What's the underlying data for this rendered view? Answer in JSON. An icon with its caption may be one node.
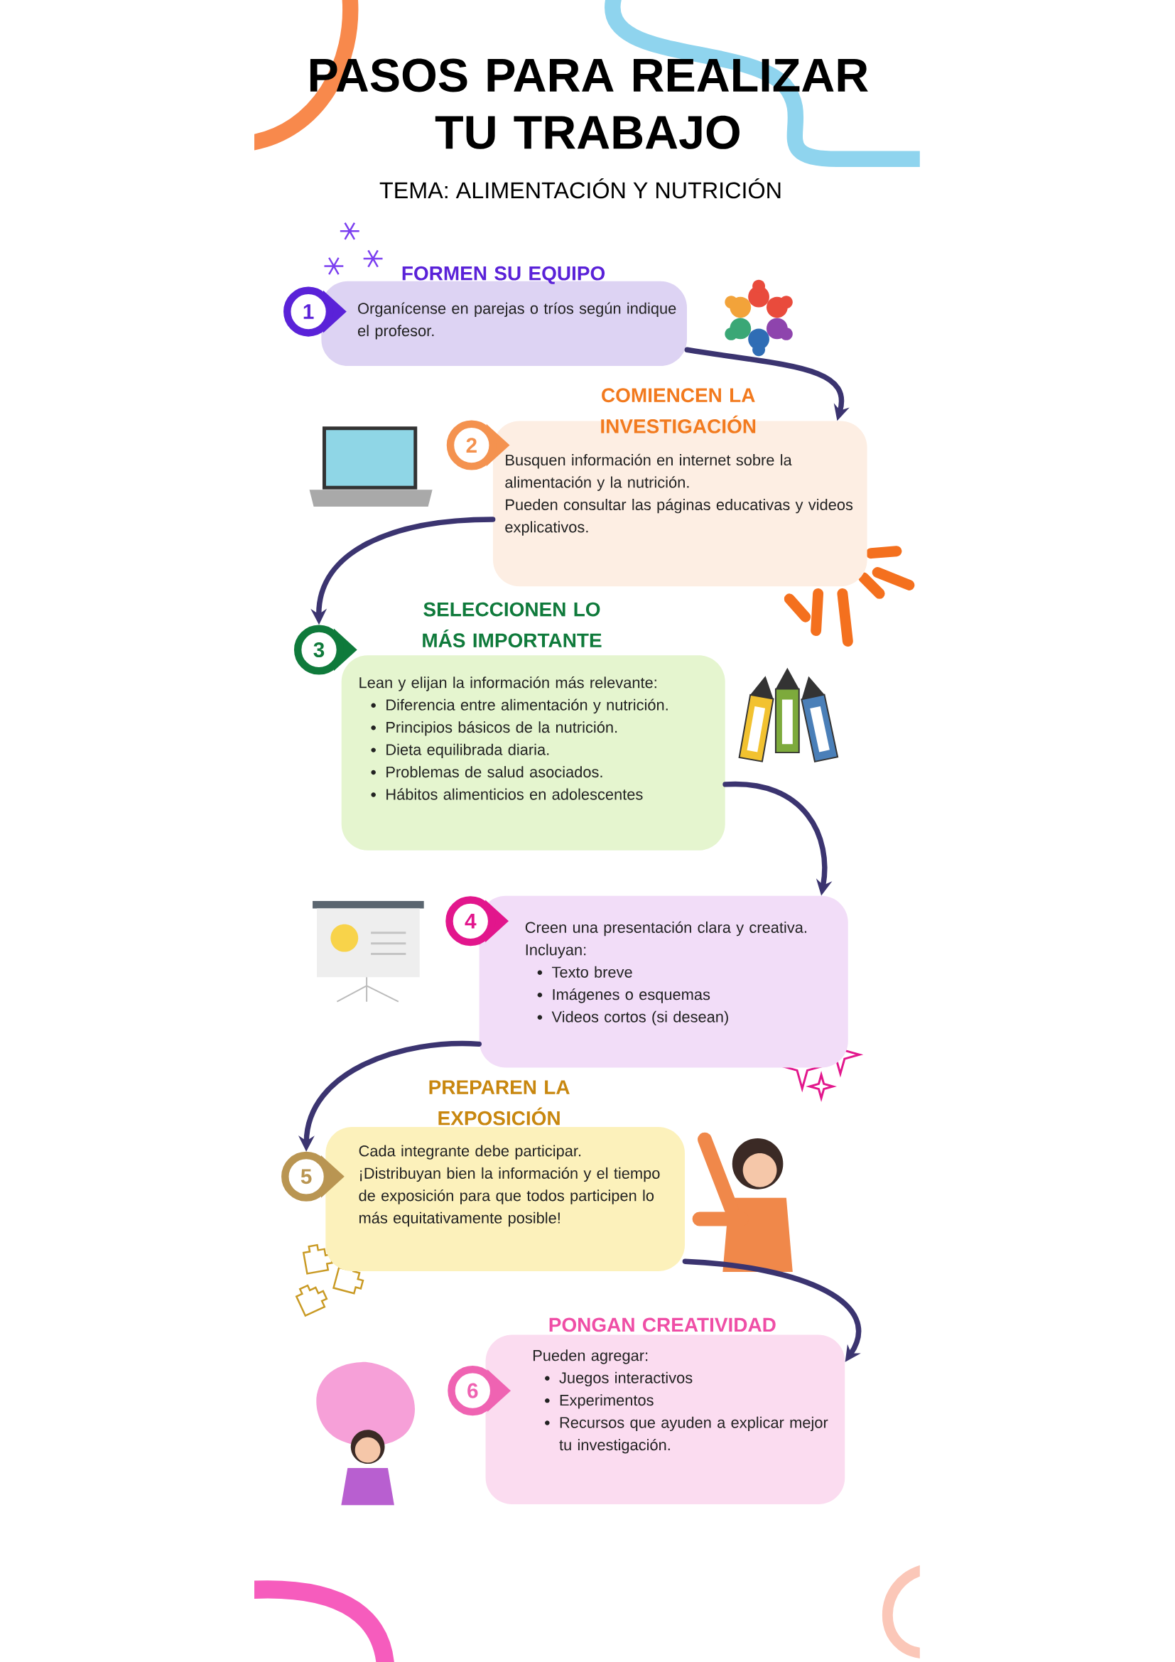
{
  "diagram": {
    "title": "PASOS PARA REALIZAR TU TRABAJO",
    "nodes": [
      {
        "text": [
          "1"
        ]
      },
      {
        "text": [
          "FORMEN SU EQUIPO",
          "Organícense en parejas o tríos según indique el profesor."
        ]
      },
      {
        "text": [
          "2"
        ]
      },
      {
        "text": [
          "COMIENCEN LA INVESTIGACIÓN",
          "Busquen información en internet sobre la alimentación y la nutrición.",
          "Pueden consultar las páginas educativas y videos explicativos."
        ]
      },
      {
        "text": [
          "3"
        ]
      },
      {
        "text": [
          "SELECCIONEN LO MÁS IMPORTANTE",
          "Lean y elijan la información más relevante:",
          "Diferencia entre alimentación y nutrición.",
          "Principios básicos de la nutrición.",
          "Dieta equilibrada diaria.",
          "Problemas de salud asociados.",
          "Hábitos alimenticios en adolescentes"
        ]
      },
      {
        "text": [
          "4"
        ]
      },
      {
        "text": [
          "Creen una presentación clara y creativa.",
          "Incluyan:",
          "Texto breve",
          "Imágenes o esquemas",
          "Videos cortos (si desean)"
        ]
      },
      {
        "text": [
          "5"
        ]
      },
      {
        "text": [
          "PREPAREN LA EXPOSICIÓN",
          "Cada integrante debe participar.",
          "¡Distribuyan bien la información y el tiempo de exposición para que todos participen lo más equitativamente posible!"
        ]
      },
      {
        "text": [
          "6"
        ]
      },
      {
        "text": [
          "PONGAN CREATIVIDAD",
          "Pueden agregar:",
          "Juegos interactivos",
          "Experimentos",
          "Recursos que ayuden a explicar mejor tu investigación."
        ]
      }
    ],
    "edges": [
      {
        "from": 1,
        "to": 3,
        "arrow": "to"
      },
      {
        "from": 3,
        "to": 4,
        "arrow": "to"
      },
      {
        "from": 5,
        "to": 7,
        "arrow": "to"
      },
      {
        "from": 7,
        "to": 8,
        "arrow": "to"
      },
      {
        "from": 9,
        "to": 11,
        "arrow": "to"
      }
    ],
    "labels": [
      "TEMA: ALIMENTACIÓN Y NUTRICIÓN"
    ]
  }
}
